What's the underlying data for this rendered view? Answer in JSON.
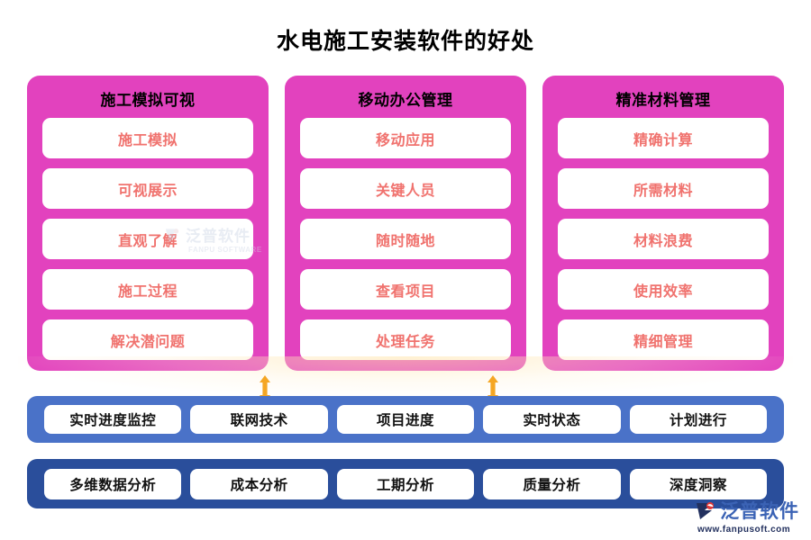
{
  "page": {
    "title": "水电施工安装软件的好处",
    "background_color": "#ffffff"
  },
  "colors": {
    "pink_panel": "#E242BE",
    "pink_item_text": "#F0726E",
    "blue_row1": "#4A72C8",
    "blue_row2": "#2A4E9B",
    "arrow": "#F5A623",
    "title_text": "#000000"
  },
  "columns": [
    {
      "title": "施工模拟可视",
      "items": [
        "施工模拟",
        "可视展示",
        "直观了解",
        "施工过程",
        "解决潜问题"
      ]
    },
    {
      "title": "移动办公管理",
      "items": [
        "移动应用",
        "关键人员",
        "随时随地",
        "查看项目",
        "处理任务"
      ]
    },
    {
      "title": "精准材料管理",
      "items": [
        "精确计算",
        "所需材料",
        "材料浪费",
        "使用效率",
        "精细管理"
      ]
    }
  ],
  "blue_rows": [
    {
      "pills": [
        "实时进度监控",
        "联网技术",
        "项目进度",
        "实时状态",
        "计划进行"
      ]
    },
    {
      "pills": [
        "多维数据分析",
        "成本分析",
        "工期分析",
        "质量分析",
        "深度洞察"
      ]
    }
  ],
  "watermarks": {
    "center": {
      "brand_cn": "泛普软件",
      "brand_en": "FANPU SOFTWARE"
    },
    "corner": {
      "brand_cn": "泛普软件",
      "brand_en": "www.fanpusoft.com"
    }
  }
}
